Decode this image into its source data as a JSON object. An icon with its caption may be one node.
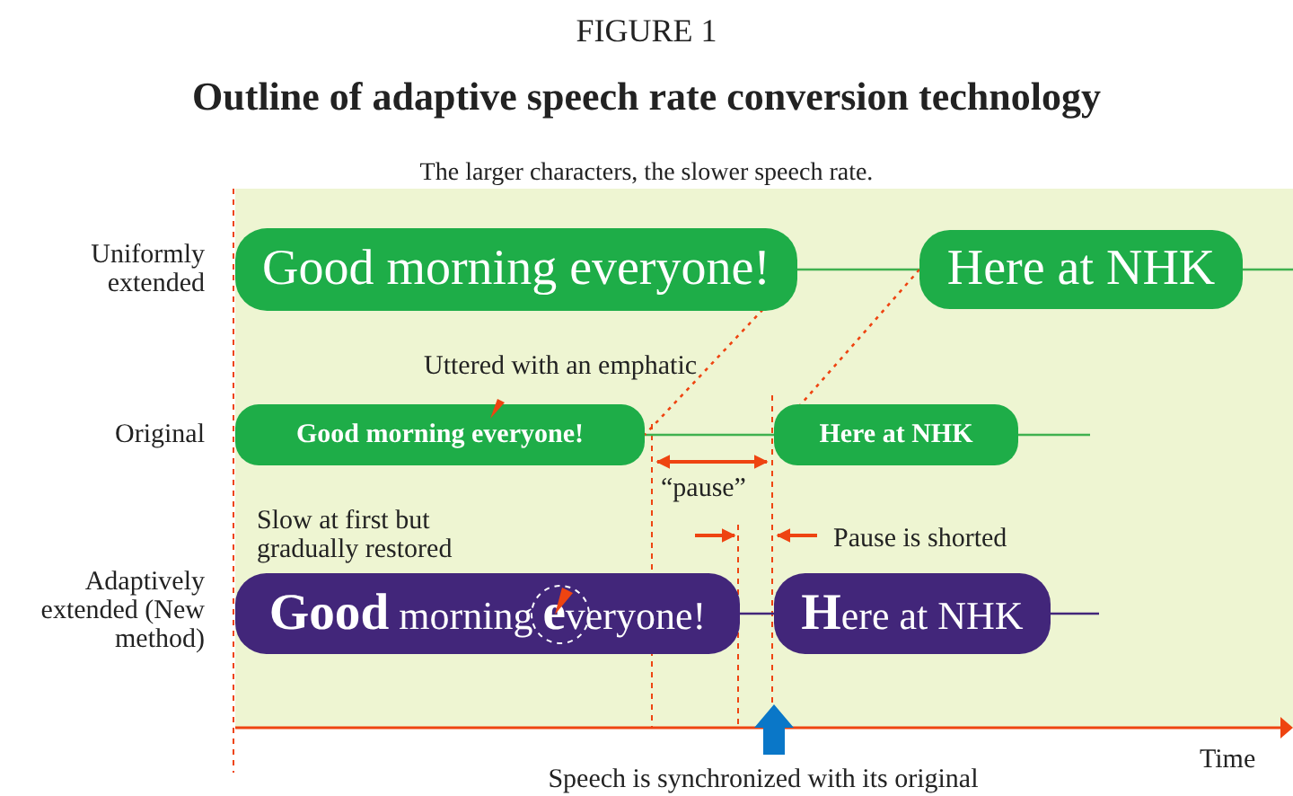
{
  "diagram": {
    "title": "Outline of adaptive speech rate conversion technology",
    "nodes": [
      {
        "text": [
          "Good morning everyone!"
        ]
      },
      {
        "text": [
          "Here at NHK"
        ]
      },
      {
        "text": [
          "Good morning everyone!"
        ]
      },
      {
        "text": [
          "Here at NHK"
        ]
      },
      {
        "text": [
          "**Good** morning **e**veryone!"
        ]
      },
      {
        "text": [
          "**H**ere at NHK"
        ]
      }
    ],
    "edges": [
      {
        "from": 0,
        "to": 1,
        "arrow": "none"
      },
      {
        "from": 1,
        "to": null,
        "arrow": "none"
      },
      {
        "from": 2,
        "to": 3,
        "arrow": "none"
      },
      {
        "from": 3,
        "to": null,
        "arrow": "none"
      },
      {
        "from": 4,
        "to": 5,
        "arrow": "none",
        "color": "#42267a"
      },
      {
        "from": 5,
        "to": null,
        "arrow": "none",
        "color": "#42267a"
      },
      {
        "from": 0,
        "to": 2,
        "arrow": "none",
        "style": "dashed",
        "color": "#ee4411"
      },
      {
        "from": 1,
        "to": 3,
        "arrow": "none",
        "style": "dashed",
        "color": "#ee4411"
      }
    ],
    "labels": [
      "FIGURE 1",
      "The larger characters, the slower speech rate.",
      "Uniformly extended",
      "Uttered with an emphatic",
      "Original",
      "“pause”",
      "Slow at first but gradually restored",
      "Pause is shorted",
      "Adaptively extended (New method)",
      "Time",
      "Speech is synchronized with its original"
    ]
  }
}
